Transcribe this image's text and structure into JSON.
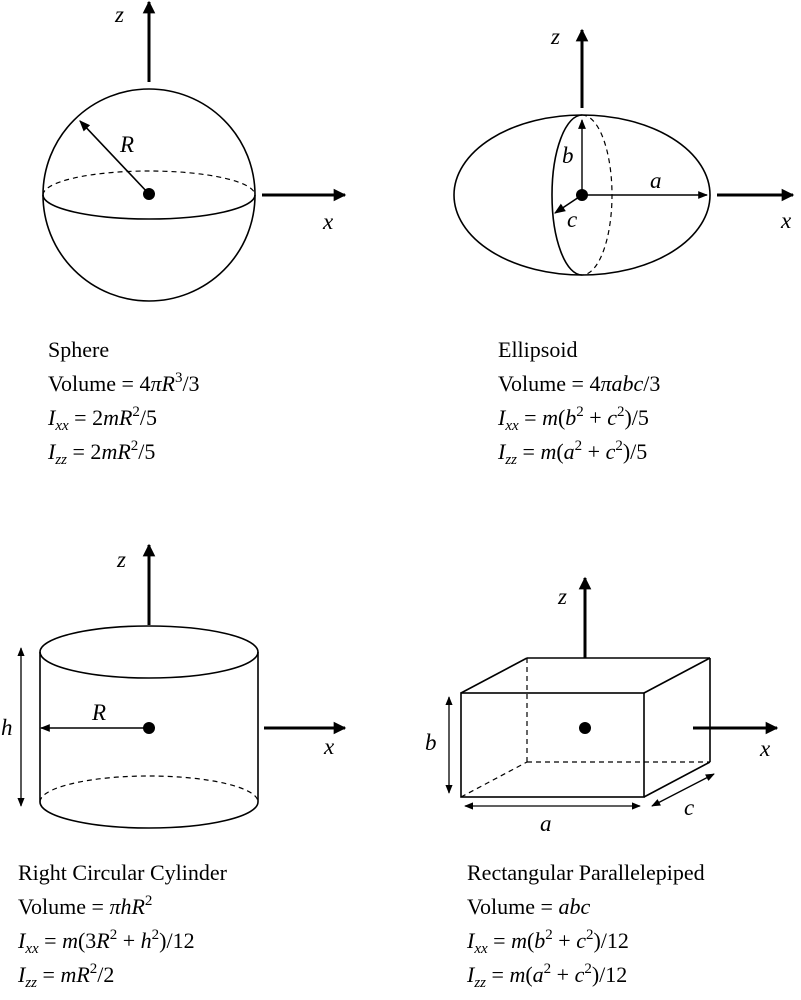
{
  "axis_labels": {
    "z": "z",
    "x": "x"
  },
  "sphere": {
    "radius_label": "R",
    "title": "Sphere",
    "volume_prefix": "Volume = 4",
    "volume_pi": "π",
    "volume_var": "R",
    "volume_exp": "3",
    "volume_suffix": "/3",
    "ixx_eq": " = 2",
    "ixx_var": "mR",
    "ixx_exp": "2",
    "ixx_tail": "/5",
    "izz_eq": " = 2",
    "izz_var": "mR",
    "izz_exp": "2",
    "izz_tail": "/5"
  },
  "ellipsoid": {
    "label_a": "a",
    "label_b": "b",
    "label_c": "c",
    "title": "Ellipsoid",
    "volume_prefix": "Volume = 4",
    "volume_vars": "πabc",
    "volume_suffix": "/3",
    "ixx_m": "m",
    "ixx_a": "b",
    "ixx_b": "c",
    "ixx_tail": ")/5",
    "izz_m": "m",
    "izz_a": "a",
    "izz_b": "c",
    "izz_tail": ")/5"
  },
  "cylinder": {
    "label_h": "h",
    "label_R": "R",
    "title": "Right Circular Cylinder",
    "volume_prefix": "Volume = ",
    "volume_vars": "πhR",
    "volume_exp": "2",
    "ixx_m": "m",
    "ixx_mid": "(3",
    "ixx_a": "R",
    "ixx_b": "h",
    "ixx_tail": ")/12",
    "izz_var": "mR",
    "izz_exp": "2",
    "izz_tail": "/2"
  },
  "parallelepiped": {
    "label_a": "a",
    "label_b": "b",
    "label_c": "c",
    "title": "Rectangular Parallelepiped",
    "volume_prefix": "Volume = ",
    "volume_vars": "abc",
    "ixx_m": "m",
    "ixx_a": "b",
    "ixx_b": "c",
    "ixx_tail": ")/12",
    "izz_m": "m",
    "izz_a": "a",
    "izz_b": "c",
    "izz_tail": ")/12"
  },
  "symbols": {
    "I": "I",
    "xx": "xx",
    "zz": "zz",
    "equals_m": " = ",
    "open": "(",
    "plus": " + ",
    "sq": "2"
  }
}
